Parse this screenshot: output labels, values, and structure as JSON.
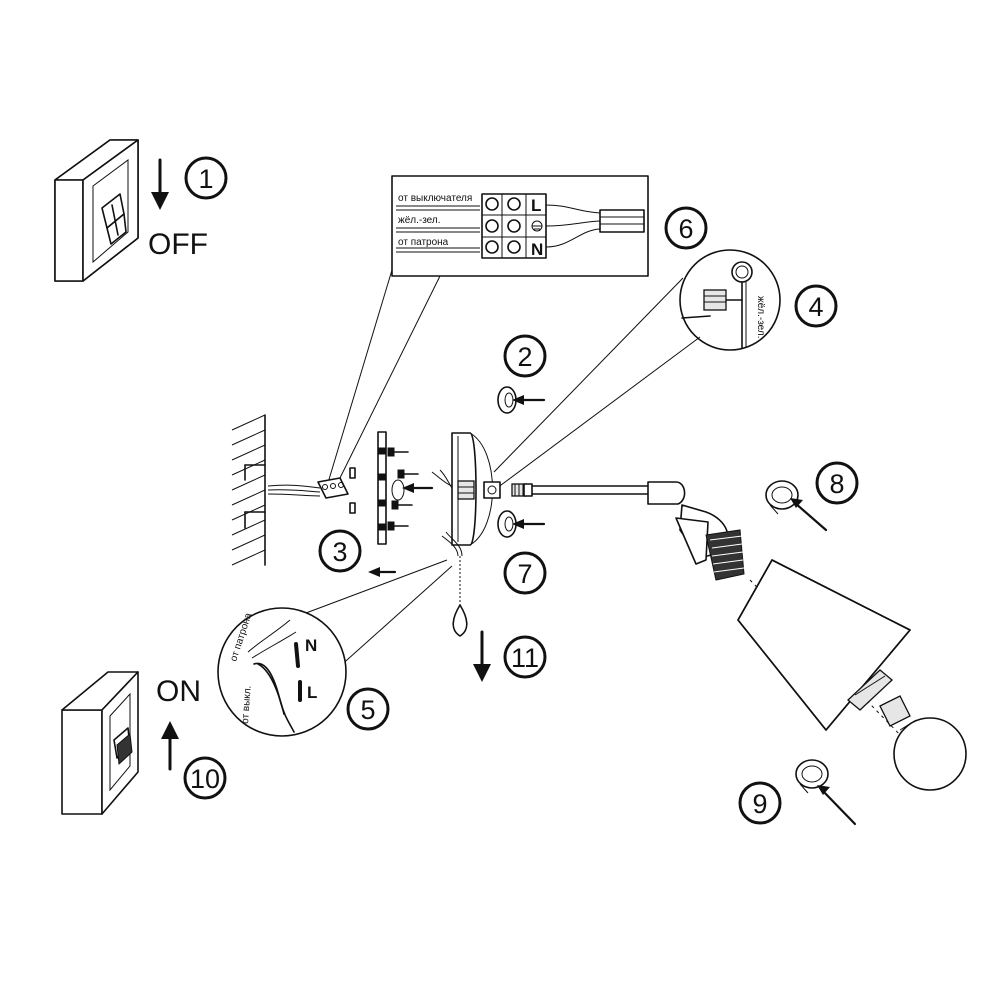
{
  "steps": [
    {
      "id": "1",
      "label": "1"
    },
    {
      "id": "2",
      "label": "2"
    },
    {
      "id": "3",
      "label": "3"
    },
    {
      "id": "4",
      "label": "4"
    },
    {
      "id": "5",
      "label": "5"
    },
    {
      "id": "6",
      "label": "6"
    },
    {
      "id": "7",
      "label": "7"
    },
    {
      "id": "8",
      "label": "8"
    },
    {
      "id": "9",
      "label": "9"
    },
    {
      "id": "10",
      "label": "10"
    },
    {
      "id": "11",
      "label": "11"
    }
  ],
  "switch_off_label": "OFF",
  "switch_on_label": "ON",
  "terminal_block": {
    "row_from_switch": "от выключателя",
    "row_ground": "жёл.-зел.",
    "row_from_socket": "от патрона",
    "terminal_L": "L",
    "terminal_N": "N"
  },
  "ground_detail": {
    "wire_label": "жёл.-зел."
  },
  "wire_detail": {
    "from_socket": "от патрона",
    "from_switch": "от выкл.",
    "terminal_N": "N",
    "terminal_L": "L"
  }
}
